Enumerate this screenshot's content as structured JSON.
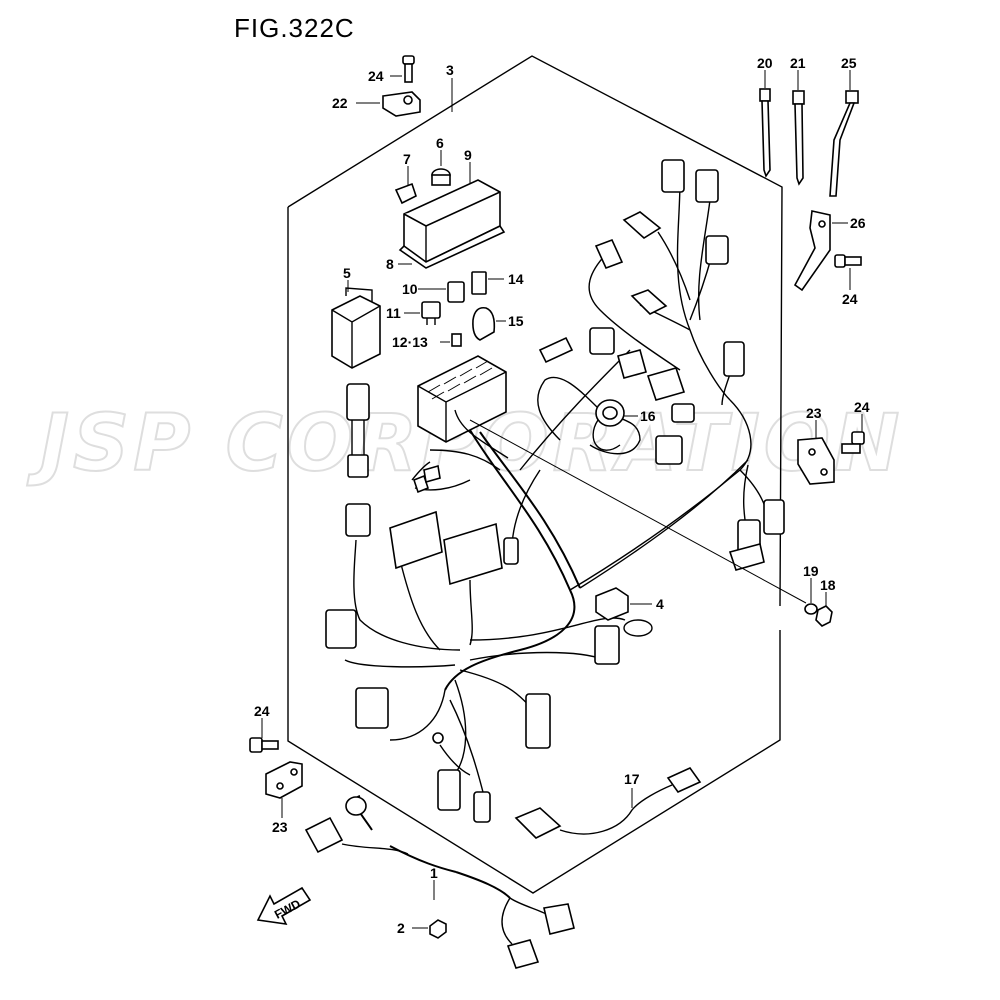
{
  "figure": {
    "title": "FIG.322C",
    "watermark": "JSP CORPORATION",
    "direction_label": "FWD"
  },
  "callouts": [
    {
      "id": "c24a",
      "label": "24"
    },
    {
      "id": "c3",
      "label": "3"
    },
    {
      "id": "c22",
      "label": "22"
    },
    {
      "id": "c20",
      "label": "20"
    },
    {
      "id": "c21",
      "label": "21"
    },
    {
      "id": "c25",
      "label": "25"
    },
    {
      "id": "c6",
      "label": "6"
    },
    {
      "id": "c7",
      "label": "7"
    },
    {
      "id": "c9",
      "label": "9"
    },
    {
      "id": "c26",
      "label": "26"
    },
    {
      "id": "c8",
      "label": "8"
    },
    {
      "id": "c5",
      "label": "5"
    },
    {
      "id": "c24b",
      "label": "24"
    },
    {
      "id": "c10",
      "label": "10"
    },
    {
      "id": "c14",
      "label": "14"
    },
    {
      "id": "c11",
      "label": "11"
    },
    {
      "id": "c15",
      "label": "15"
    },
    {
      "id": "c1213",
      "label": "12·13"
    },
    {
      "id": "c16",
      "label": "16"
    },
    {
      "id": "c23a",
      "label": "23"
    },
    {
      "id": "c24c",
      "label": "24"
    },
    {
      "id": "c19",
      "label": "19"
    },
    {
      "id": "c18",
      "label": "18"
    },
    {
      "id": "c4",
      "label": "4"
    },
    {
      "id": "c24d",
      "label": "24"
    },
    {
      "id": "c23b",
      "label": "23"
    },
    {
      "id": "c17",
      "label": "17"
    },
    {
      "id": "c1",
      "label": "1"
    },
    {
      "id": "c2",
      "label": "2"
    }
  ]
}
